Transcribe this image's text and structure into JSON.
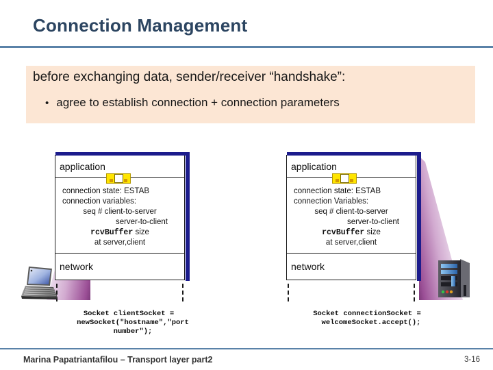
{
  "slide": {
    "title": "Connection Management",
    "footer_author": "Marina Papatriantafilou –  Transport layer part2",
    "page_number": "3-16",
    "accent_rule_color": "#5A82A8",
    "title_color": "#2C4561",
    "callout_bg_color": "#FCE6D4",
    "stack_edge_color": "#1C1C8C",
    "socket_icon_color": "#FFE500",
    "wedge_color": "#9B4F96"
  },
  "callout": {
    "heading": "before exchanging data, sender/receiver “handshake”:",
    "bullet_marker": "•",
    "bullet_text": "agree to establish connection + connection parameters"
  },
  "diagram": {
    "client": {
      "device_icon": "desktop-computer-icon",
      "layers": {
        "application": "application",
        "network": "network"
      },
      "socket_icon": "socket-icon",
      "variables": [
        {
          "text": "connection state: ESTAB",
          "align": "left",
          "mono": false
        },
        {
          "text": "connection variables:",
          "align": "left",
          "mono": false
        },
        {
          "text": "seq # client-to-server",
          "align": "center",
          "mono": false
        },
        {
          "text": "server-to-client",
          "align": "right",
          "mono": false
        },
        {
          "text": "size",
          "align": "center",
          "mono": false,
          "mono_prefix": "rcvBuffer"
        },
        {
          "text": "at server,client",
          "align": "center",
          "mono": false
        }
      ],
      "code": [
        "Socket clientSocket =",
        "newSocket(\"hostname\",\"port",
        "number\");"
      ]
    },
    "server": {
      "device_icon": "server-tower-icon",
      "layers": {
        "application": "application",
        "network": "network"
      },
      "socket_icon": "socket-icon",
      "variables": [
        {
          "text": "connection state: ESTAB",
          "align": "left",
          "mono": false
        },
        {
          "text": "connection Variables:",
          "align": "left",
          "mono": false
        },
        {
          "text": "seq # client-to-server",
          "align": "center",
          "mono": false
        },
        {
          "text": "server-to-client",
          "align": "right",
          "mono": false
        },
        {
          "text": "size",
          "align": "center",
          "mono": false,
          "mono_prefix": "rcvBuffer"
        },
        {
          "text": "at server,client",
          "align": "center",
          "mono": false
        }
      ],
      "code": [
        "Socket connectionSocket =",
        "welcomeSocket.accept();"
      ]
    }
  }
}
